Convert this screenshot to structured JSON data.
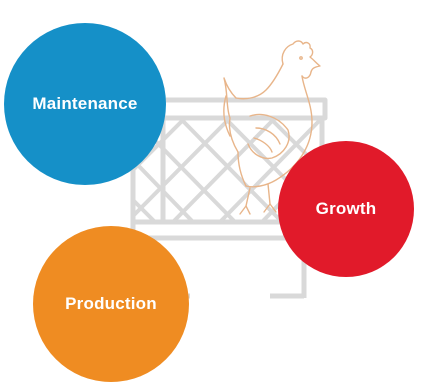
{
  "bubbles": {
    "maintenance": {
      "label": "Maintenance",
      "color": "#1590c8"
    },
    "growth": {
      "label": "Growth",
      "color": "#e11a2a"
    },
    "production": {
      "label": "Production",
      "color": "#ef8c22"
    }
  },
  "colors": {
    "crate": "#d9d9d9",
    "hen_outline": "#e8b58a"
  },
  "icons": [
    "crate-illustration",
    "hen-outline-icon"
  ]
}
